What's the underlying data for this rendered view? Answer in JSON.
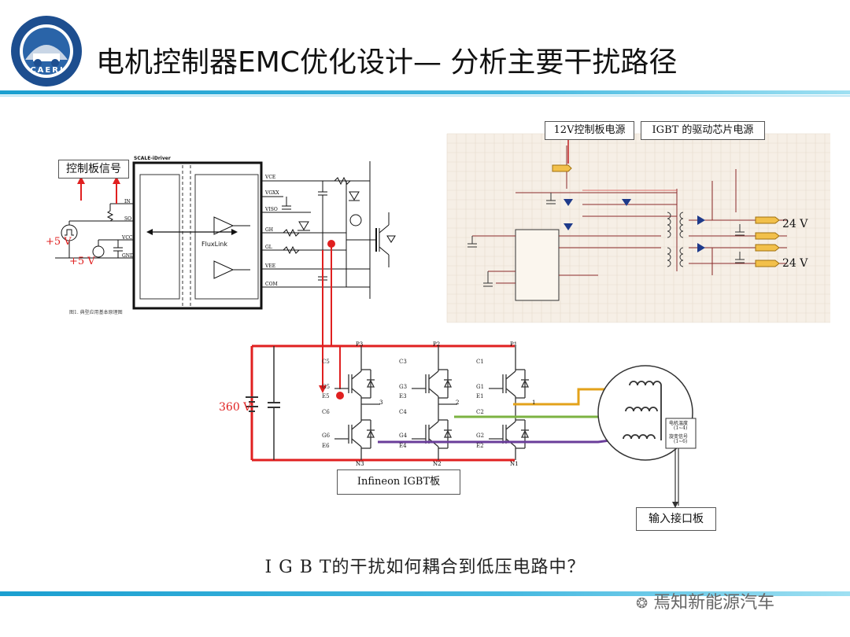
{
  "slide": {
    "title": "电机控制器EMC优化设计— 分析主要干扰路径",
    "question": "I G B T的干扰如何耦合到低压电路中？",
    "watermark": "焉知新能源汽车",
    "logo_text": "CAERI"
  },
  "labels": {
    "control_signal": "控制板信号",
    "psu_12v": "12V控制板电源",
    "igbt_driver_psu": "IGBT 的驱动芯片电源",
    "infineon_board": "Infineon IGBT板",
    "input_board": "输入接口板",
    "voltage_360": "360 V",
    "v24_top": "24 V",
    "v24_bottom": "24 V",
    "plus5_a": "+5 V",
    "plus5_b": "+5 V",
    "driver_name": "SCALE-iDriver",
    "fluxlink": "FluxLink",
    "fig_caption": "图1. 典型应用基本原理图",
    "motor_temp": "电机温度",
    "motor_temp_sub": "(1~4)",
    "resolver": "旋变信号",
    "resolver_sub": "(1~6)",
    "pins_left": [
      "IN",
      "SO",
      "VCC",
      "GND"
    ],
    "pins_right": [
      "VCE",
      "VGXX",
      "VISO",
      "GH",
      "GL",
      "VEE",
      "COM"
    ],
    "phase_top": [
      "P3",
      "P2",
      "P1"
    ],
    "phase_bottom": [
      "N3",
      "N2",
      "N1"
    ],
    "phase_out": [
      "3",
      "2",
      "1"
    ],
    "gate_col3": [
      "C5",
      "G5",
      "E5",
      "C6",
      "G6",
      "E6"
    ],
    "gate_col2": [
      "C3",
      "G3",
      "E3",
      "C4",
      "G4",
      "E4"
    ],
    "gate_col1": [
      "C1",
      "G1",
      "E1",
      "C2",
      "G2",
      "E2"
    ]
  },
  "colors": {
    "accent_blue": "#1b9fd0",
    "power_red": "#e02020",
    "phase1": "#e3a21a",
    "phase2": "#7cb342",
    "phase3": "#6a3d9a"
  }
}
